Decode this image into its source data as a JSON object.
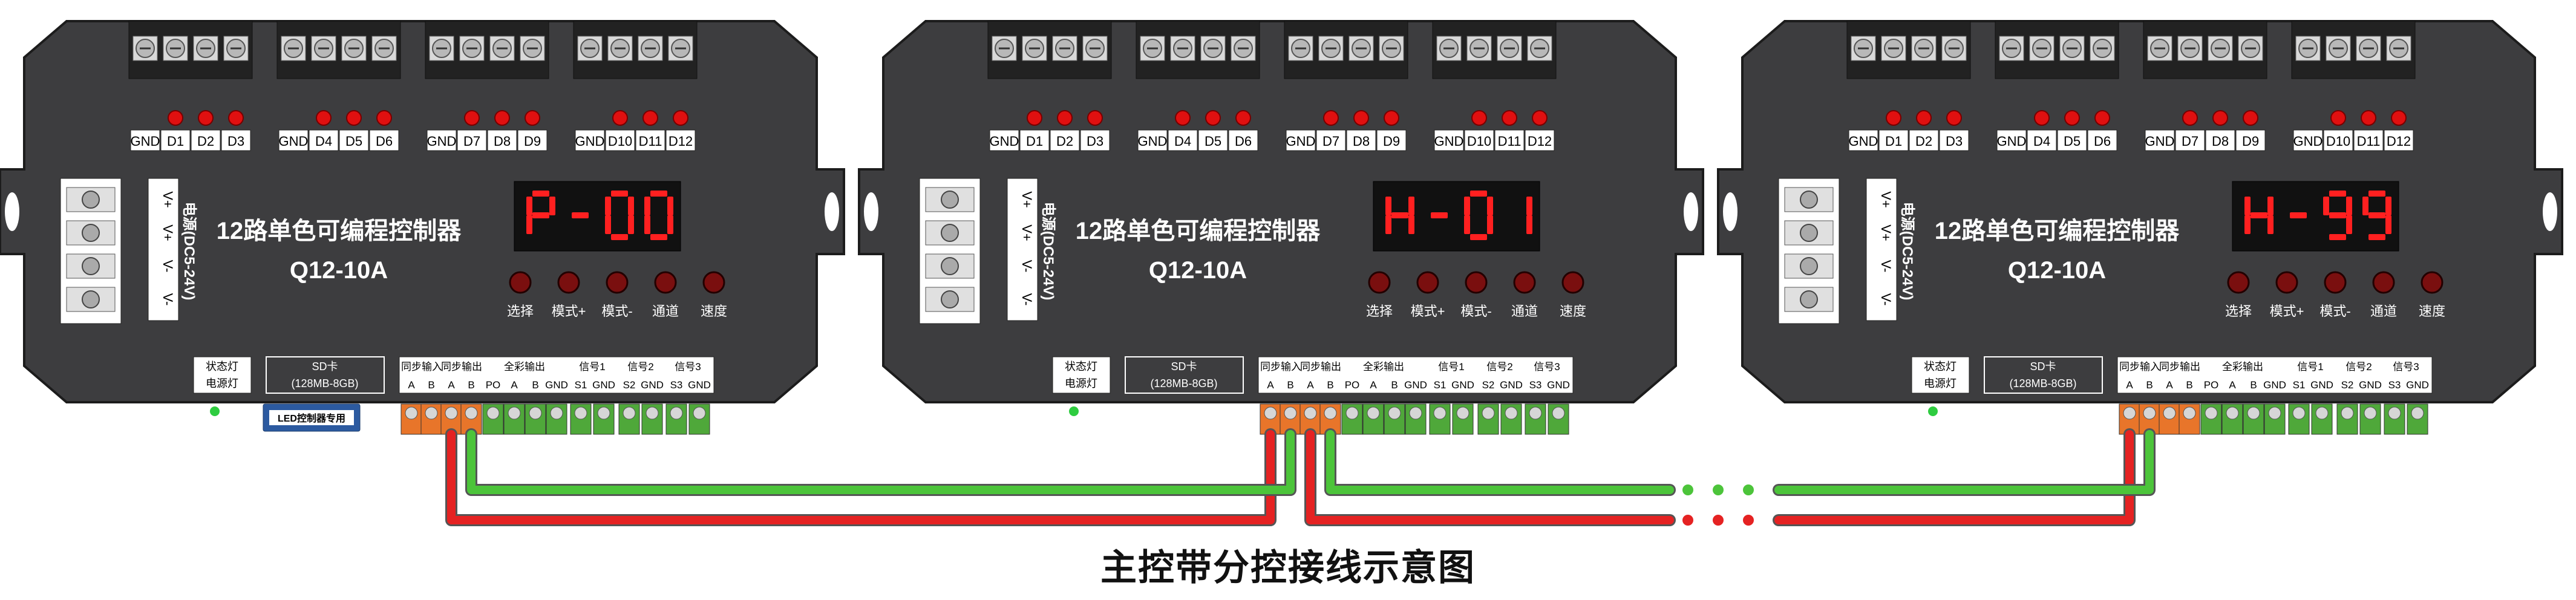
{
  "caption": "主控带分控接线示意图",
  "controllers": [
    {
      "title": "12路单色可编程控制器",
      "model": "Q12-10A",
      "display": "P-00"
    },
    {
      "title": "12路单色可编程控制器",
      "model": "Q12-10A",
      "display": "H-01"
    },
    {
      "title": "12路单色可编程控制器",
      "model": "Q12-10A",
      "display": "H-99"
    }
  ],
  "output_labels": [
    "GND",
    "D1",
    "D2",
    "D3",
    "GND",
    "D4",
    "D5",
    "D6",
    "GND",
    "D7",
    "D8",
    "D9",
    "GND",
    "D10",
    "D11",
    "D12"
  ],
  "power_label": "电源(DC5-24V)",
  "power_terms": [
    "V+",
    "V+",
    "V-",
    "V-"
  ],
  "buttons": [
    "选择",
    "模式+",
    "模式-",
    "通道",
    "速度"
  ],
  "status_labels": [
    "状态灯",
    "电源灯"
  ],
  "sd_label": [
    "SD卡",
    "(128MB-8GB)"
  ],
  "sd_card_text": "LED控制器专用",
  "bottom_groups": [
    "同步输入",
    "同步输出",
    "全彩输出",
    "信号1",
    "信号2",
    "信号3"
  ],
  "bottom_pins": [
    "A",
    "B",
    "A",
    "B",
    "PO",
    "A",
    "B",
    "GND",
    "S1",
    "GND",
    "S2",
    "GND",
    "S3",
    "GND"
  ],
  "continuation_dots": [
    "•",
    "•",
    "•"
  ],
  "colors": {
    "housing": "#3d3d3f",
    "terminal_block": "#222222",
    "led_red": "#e01010",
    "segment_red": "#ff2020",
    "orange_terminal": "#e8752a",
    "green_terminal": "#4fa83a",
    "red_wire": "#e52222",
    "green_wire": "#4cc43a"
  }
}
